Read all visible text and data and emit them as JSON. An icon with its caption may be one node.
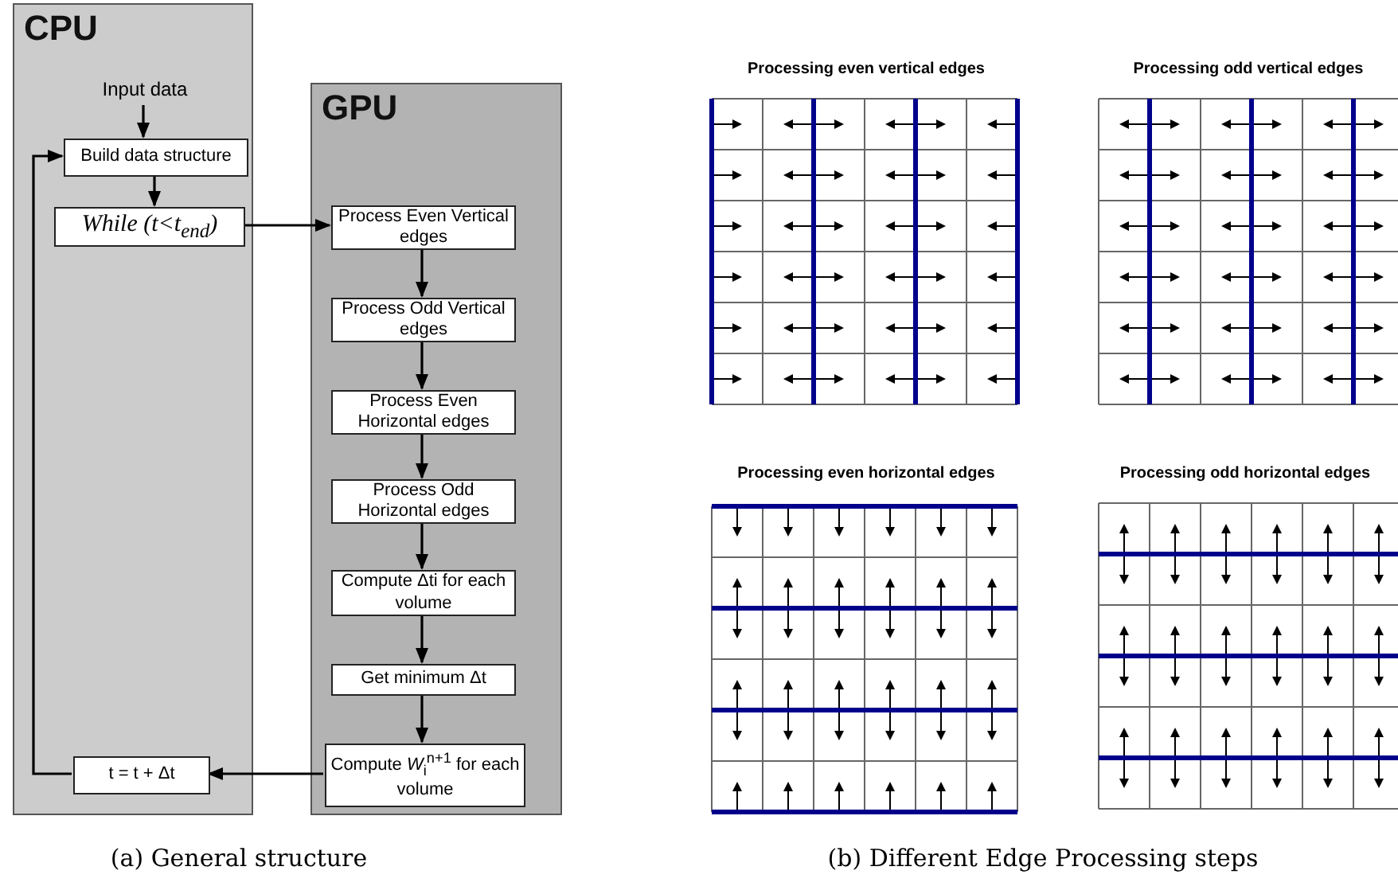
{
  "diagram": {
    "nodes": [
      {
        "text": [
          "CPU"
        ]
      },
      {
        "text": [
          "Input data"
        ],
        "in": 0
      },
      {
        "text": [
          "Build data structure"
        ],
        "in": 0
      },
      {
        "text": [
          "While (t<t$_{end}$)"
        ],
        "in": 0
      },
      {
        "text": [
          "GPU"
        ]
      },
      {
        "text": [
          "Process Even Vertical edges"
        ],
        "in": 4
      },
      {
        "text": [
          "Process Odd Vertical edges"
        ],
        "in": 4
      },
      {
        "text": [
          "Process Even Horizontal edges"
        ],
        "in": 4
      },
      {
        "text": [
          "Process Odd Horizontal edges"
        ],
        "in": 4
      },
      {
        "text": [
          "Compute Δti for each volume"
        ],
        "in": 4
      },
      {
        "text": [
          "Get minimum Δt"
        ],
        "in": 4
      },
      {
        "text": [
          "Compute *W*$_{i}$$^{n+1}$ for each volume"
        ],
        "in": 4
      },
      {
        "text": [
          "t = t + Δt"
        ],
        "in": 0
      }
    ],
    "edges": [
      {
        "from": 1,
        "to": 2,
        "arrow": "to"
      },
      {
        "from": 2,
        "to": 3,
        "arrow": "to"
      },
      {
        "from": 3,
        "to": 5,
        "arrow": "to"
      },
      {
        "from": 5,
        "to": 6,
        "arrow": "to"
      },
      {
        "from": 6,
        "to": 7,
        "arrow": "to"
      },
      {
        "from": 7,
        "to": 8,
        "arrow": "to"
      },
      {
        "from": 8,
        "to": 9,
        "arrow": "to"
      },
      {
        "from": 9,
        "to": 10,
        "arrow": "to"
      },
      {
        "from": 10,
        "to": 11,
        "arrow": "to"
      },
      {
        "from": 11,
        "to": 12,
        "arrow": "to"
      },
      {
        "from": 12,
        "to": 2,
        "arrow": "to"
      }
    ],
    "labels": [
      "Processing even vertical edges",
      "Processing odd vertical edges",
      "Processing even horizontal edges",
      "Processing odd horizontal edges",
      "(a) General structure",
      "(b) Different Edge Processing steps"
    ]
  }
}
